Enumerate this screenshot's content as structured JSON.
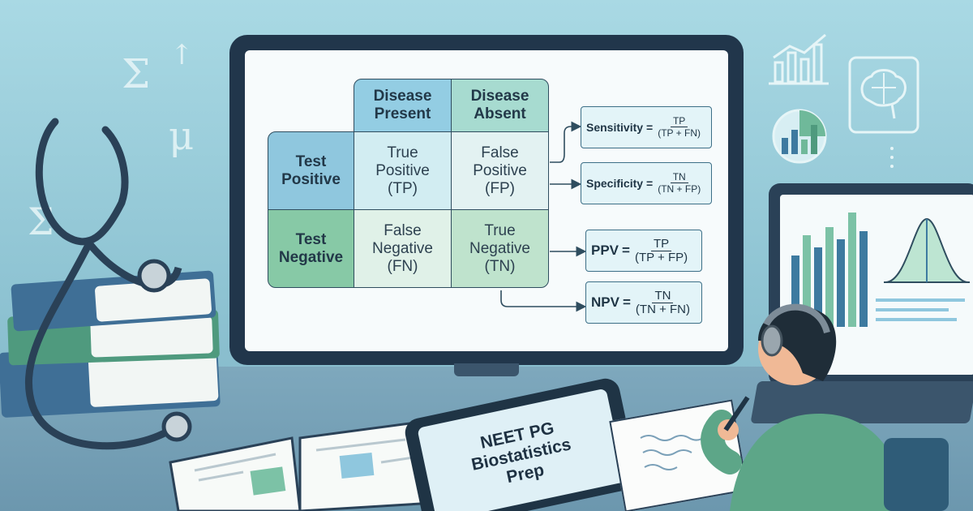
{
  "matrix": {
    "col_headers": [
      "Disease\nPresent",
      "Disease\nAbsent"
    ],
    "col_header_lines": [
      [
        "Disease",
        "Present"
      ],
      [
        "Disease",
        "Absent"
      ]
    ],
    "row_header_lines": [
      [
        "Test",
        "Positive"
      ],
      [
        "Test",
        "Negative"
      ]
    ],
    "cells": {
      "tp": [
        "True",
        "Positive",
        "(TP)"
      ],
      "fp": [
        "False",
        "Positive",
        "(FP)"
      ],
      "fn": [
        "False",
        "Negative",
        "(FN)"
      ],
      "tn": [
        "True",
        "Negative",
        "(TN)"
      ]
    }
  },
  "formulas": {
    "sensitivity": {
      "label": "Sensitivity",
      "num": "TP",
      "den": "(TP + FN)"
    },
    "specificity": {
      "label": "Specificity",
      "num": "TN",
      "den": "(TN + FP)"
    },
    "ppv": {
      "label": "PPV",
      "num": "TP",
      "den": "(TP + FP)"
    },
    "npv": {
      "label": "NPV",
      "num": "TN",
      "den": "(TN + FN)"
    }
  },
  "equals": "=",
  "tablet_lines": [
    "NEET PG",
    "Biostatistics",
    "Prep"
  ],
  "math_symbols": {
    "sigma": "Σ",
    "arrow": "↑",
    "mu": "μ"
  },
  "icons": [
    "stethoscope-icon",
    "bar-chart-icon",
    "brain-icon",
    "pie-chart-icon",
    "headphones-icon",
    "pen-icon"
  ],
  "colors": {
    "background": "#a9d9e4",
    "monitor": "#21364b",
    "accent_blue": "#8fc7de",
    "accent_green": "#87c9a6"
  }
}
